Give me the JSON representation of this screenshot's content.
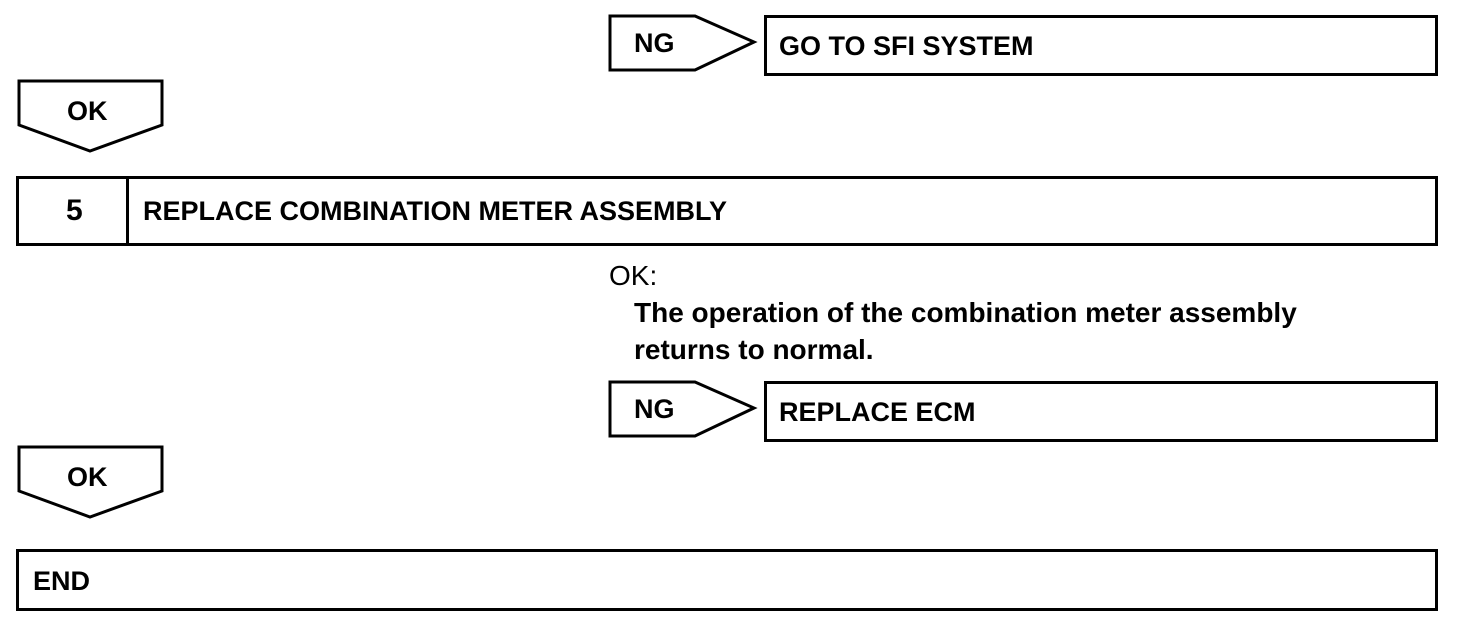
{
  "flow": {
    "ng_branch_1": {
      "tag": "NG",
      "action": "GO TO SFI SYSTEM"
    },
    "ok_arrow_1": {
      "tag": "OK"
    },
    "step_5": {
      "number": "5",
      "title": "REPLACE COMBINATION METER ASSEMBLY"
    },
    "step_5_result": {
      "heading": "OK:",
      "line1": "The operation of the combination meter assembly",
      "line2": "returns to normal."
    },
    "ng_branch_2": {
      "tag": "NG",
      "action": "REPLACE ECM"
    },
    "ok_arrow_2": {
      "tag": "OK"
    },
    "end_box": {
      "label": "END"
    }
  },
  "colors": {
    "stroke": "#000000",
    "background": "#ffffff"
  }
}
